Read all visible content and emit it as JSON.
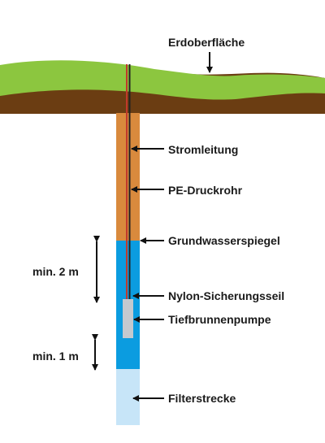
{
  "labels": {
    "surface": "Erdoberfläche",
    "power_line": "Stromleitung",
    "pressure_pipe": "PE-Druckrohr",
    "groundwater_level": "Grundwasserspiegel",
    "safety_rope": "Nylon-Sicherungsseil",
    "pump": "Tiefbrunnenpumpe",
    "filter_section": "Filterstrecke",
    "min_depth_upper": "min. 2 m",
    "min_depth_lower": "min. 1 m"
  },
  "colors": {
    "grass": "#8cc63f",
    "soil": "#6b3d12",
    "casing": "#d98a3d",
    "groundwater": "#0b9ce0",
    "filter": "#c7e5f8",
    "pump": "#c4c9cf",
    "power_line": "#c0392b",
    "pipe": "#222222",
    "arrow": "#111111"
  }
}
